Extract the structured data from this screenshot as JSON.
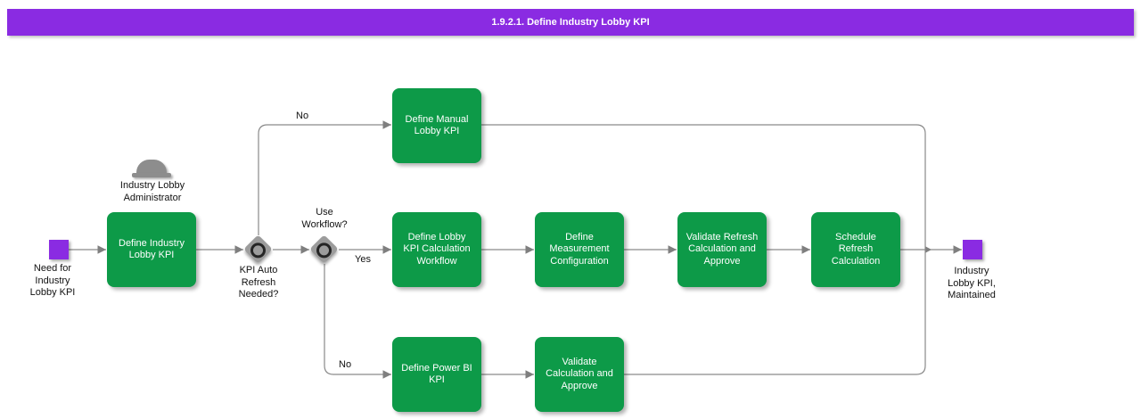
{
  "title_bar": {
    "title": "1.9.2.1. Define Industry Lobby KPI"
  },
  "actor": {
    "name": "Industry Lobby\nAdministrator"
  },
  "events": {
    "start": {
      "label": "Need for\nIndustry\nLobby KPI"
    },
    "end": {
      "label": "Industry\nLobby KPI,\nMaintained"
    }
  },
  "decisions": {
    "kpi_auto_refresh": {
      "label": "KPI Auto\nRefresh\nNeeded?"
    },
    "use_workflow": {
      "label": "Use\nWorkflow?"
    }
  },
  "tasks": {
    "define_industry_lobby_kpi": {
      "label": "Define Industry\nLobby KPI"
    },
    "define_manual_lobby_kpi": {
      "label": "Define Manual\nLobby KPI"
    },
    "define_lobby_kpi_calculation_workflow": {
      "label": "Define Lobby\nKPI Calculation\nWorkflow"
    },
    "define_measurement_configuration": {
      "label": "Define\nMeasurement\nConfiguration"
    },
    "validate_refresh_calculation_and_approve": {
      "label": "Validate Refresh\nCalculation and\nApprove"
    },
    "schedule_refresh_calculation": {
      "label": "Schedule\nRefresh\nCalculation"
    },
    "define_power_bi_kpi": {
      "label": "Define Power BI\nKPI"
    },
    "validate_calculation_and_approve": {
      "label": "Validate\nCalculation and\nApprove"
    }
  },
  "edge_labels": {
    "manual_branch_no": "No",
    "workflow_yes": "Yes",
    "workflow_no": "No"
  },
  "colors": {
    "accent_purple": "#8A2BE2",
    "task_green": "#0D9A48",
    "connector_gray": "#8A8A8A",
    "gateway_gray": "#9C9C9C"
  }
}
